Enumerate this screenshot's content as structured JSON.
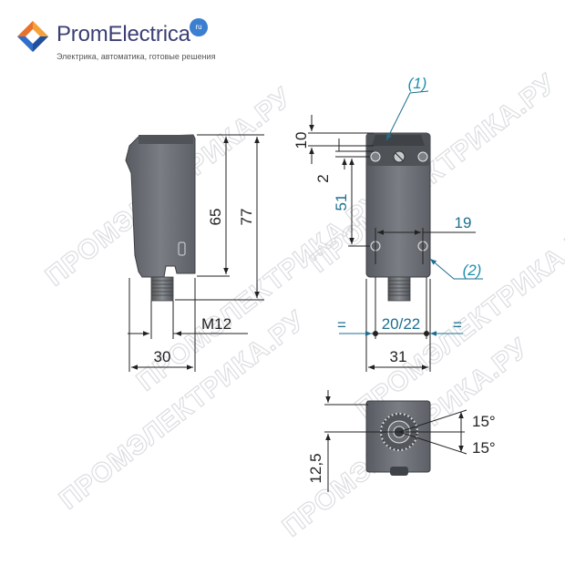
{
  "brand": {
    "name": "PromElectrica",
    "badge": "ru",
    "tagline": "Электрика, автоматика, готовые решения",
    "colors": {
      "brand_text": "#3b3f73",
      "badge": "#3c7fd0",
      "logo_orange": "#e8712b",
      "logo_blue": "#2f6fc9"
    }
  },
  "watermark": {
    "text": "ПРОМЭЛЕКТРИКА.РУ"
  },
  "side_view": {
    "dim_height_body": "65",
    "dim_height_total": "77",
    "dim_thread": "M12",
    "dim_width": "30"
  },
  "front_view": {
    "callout_1": "(1)",
    "callout_2": "(2)",
    "dim_top": "10",
    "dim_offset": "2",
    "dim_hole_spacing": "51",
    "dim_hole_width": "19",
    "dim_hole_distance": "20/22",
    "dim_width": "31",
    "equal_left": "=",
    "equal_right": "="
  },
  "bottom_view": {
    "angle_top": "15°",
    "angle_bottom": "15°",
    "dim_offset": "12,5"
  },
  "colors": {
    "dimension_line": "#1d6f8f",
    "body_fill": "#6c7076",
    "body_dark": "#4b4f55"
  }
}
